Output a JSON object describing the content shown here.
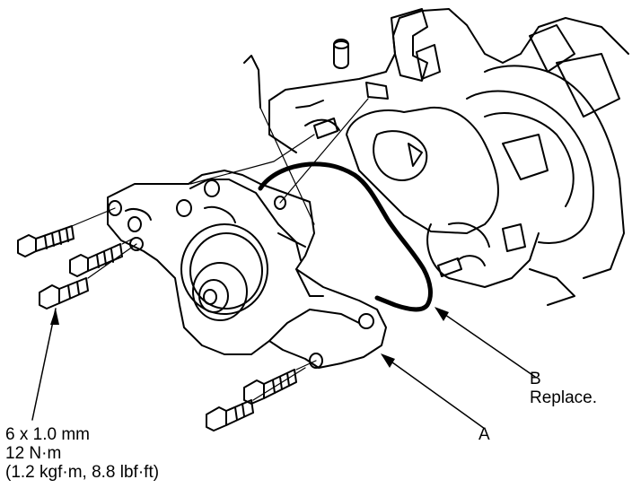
{
  "labels": {
    "spec": {
      "line1": "6 x 1.0 mm",
      "line2": "12 N·m",
      "line3": "(1.2 kgf·m, 8.8 lbf·ft)"
    },
    "b": {
      "letter": "B",
      "note": "Replace."
    },
    "a": {
      "letter": "A"
    }
  },
  "colors": {
    "ink": "#000000",
    "paper": "#ffffff"
  }
}
